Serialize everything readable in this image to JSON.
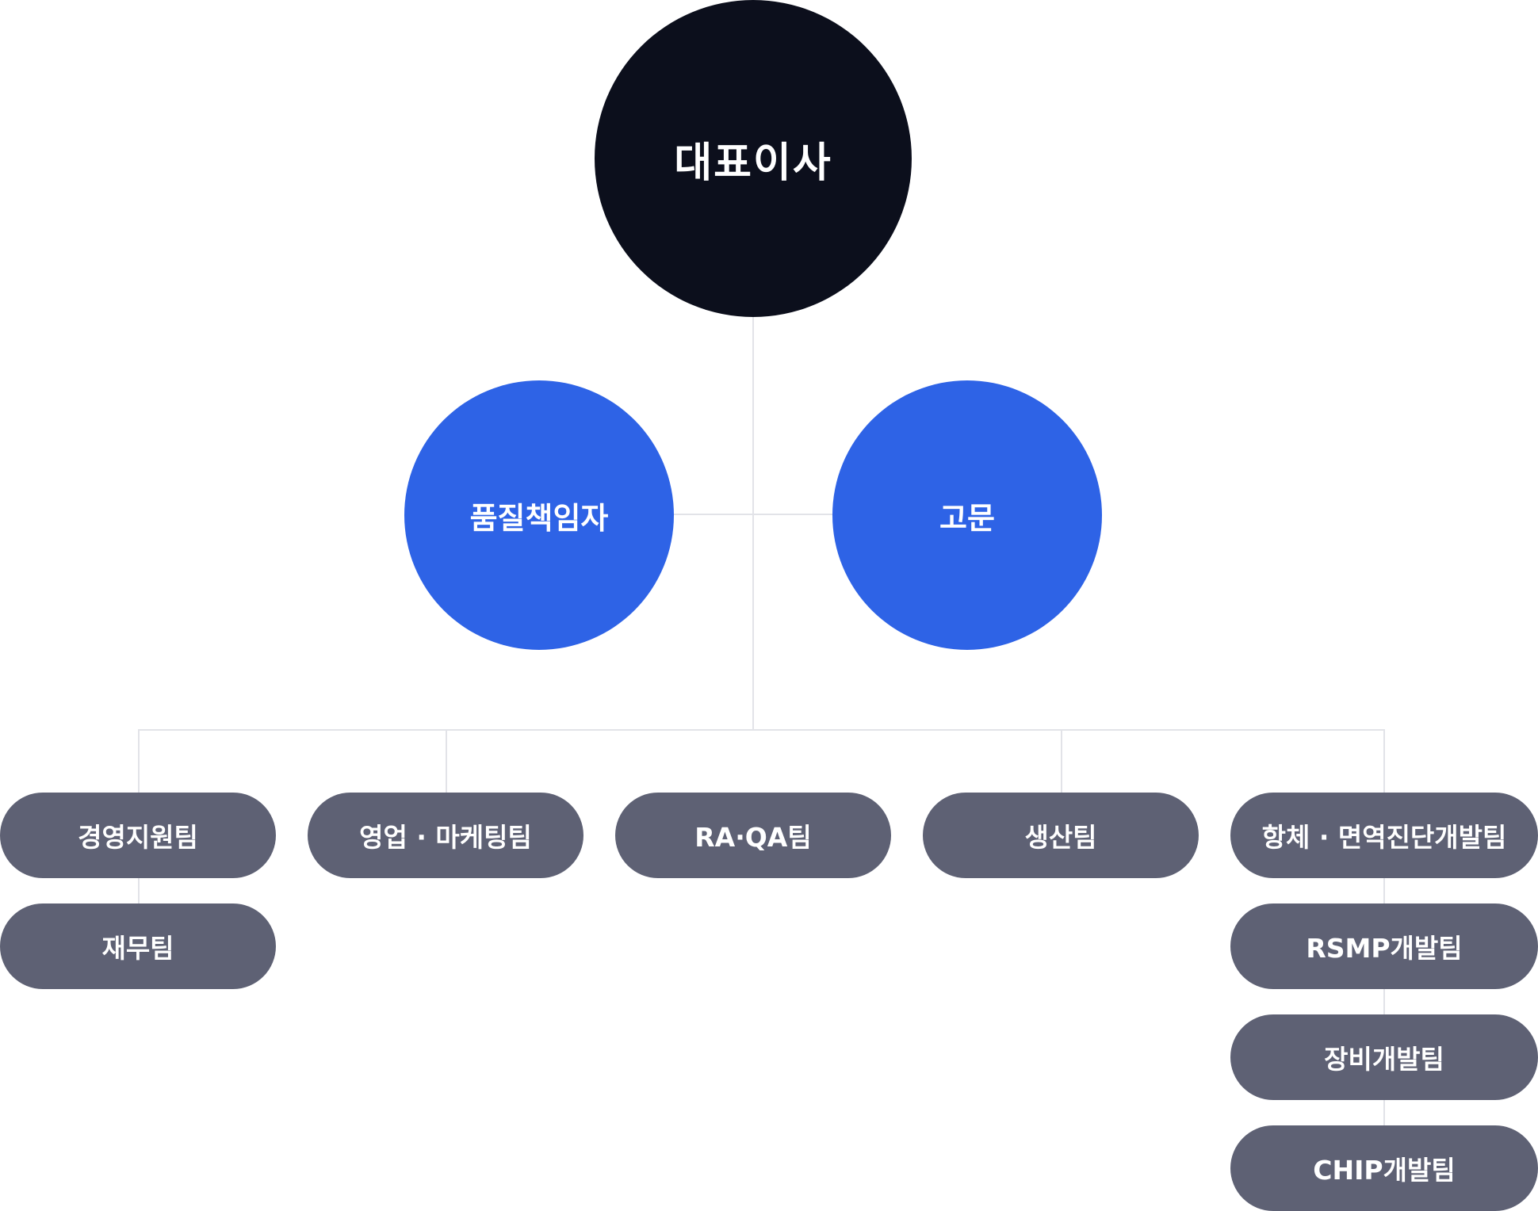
{
  "colors": {
    "ceo_fill": "#0c0f1c",
    "mid_fill": "#2e63e6",
    "team_fill": "#5e6174",
    "connector": "#e2e3e8"
  },
  "ceo": {
    "label": "대표이사"
  },
  "side": {
    "quality_manager": "품질책임자",
    "advisor": "고문"
  },
  "teams": [
    {
      "label": "경영지원팀",
      "sub": [
        "재무팀"
      ]
    },
    {
      "label": "영업 · 마케팅팀",
      "sub": []
    },
    {
      "label": "RA·QA팀",
      "sub": []
    },
    {
      "label": "생산팀",
      "sub": []
    },
    {
      "label": "항체 · 면역진단개발팀",
      "sub": [
        "RSMP개발팀",
        "장비개발팀",
        "CHIP개발팀"
      ]
    }
  ]
}
